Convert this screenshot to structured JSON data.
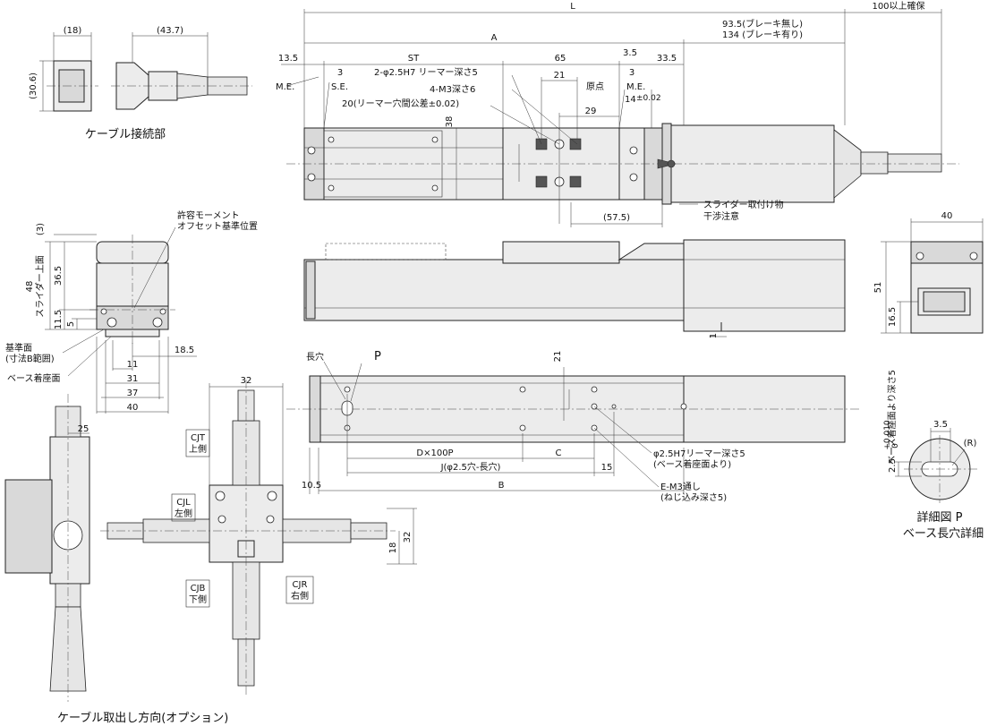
{
  "labels": {
    "cable_connection": "ケーブル接続部",
    "cable_direction_option": "ケーブル取出し方向(オプション)",
    "detail_p_title": "詳細図 P",
    "detail_p_sub": "ベース長穴詳細",
    "slider_interference": "スライダー取付け物",
    "slider_interference2": "干渉注意",
    "allow_moment": "許容モーメント",
    "allow_moment2": "オフセット基準位置",
    "ref_surface": "基準面",
    "ref_surface2": "(寸法B範囲)",
    "base_mount": "ベース着座面",
    "slot": "長穴",
    "p": "P",
    "me_left": "M.E.",
    "se": "S.E.",
    "me_right": "M.E.",
    "origin": "原点",
    "cjt": "CJT",
    "cjt2": "上側",
    "cjl": "CJL",
    "cjl2": "左側",
    "cjb": "CJB",
    "cjb2": "下側",
    "cjr": "CJR",
    "cjr2": "右側"
  },
  "dims": {
    "L": "L",
    "brake_none": "93.5(ブレーキ無し)",
    "brake_with": "134 (ブレーキ有り)",
    "secure": "100以上確保",
    "A": "A",
    "d13_5": "13.5",
    "ST": "ST",
    "d65": "65",
    "d3_5": "3.5",
    "d33_5": "33.5",
    "d3a": "3",
    "d3b": "3",
    "pin": "2-φ2.5H7 リーマー深さ5",
    "d21": "21",
    "m3": "4-M3深さ6",
    "d14": "14",
    "d14tol": "±0.02",
    "pitch20": "20(リーマー穴間公差±0.02)",
    "d29": "29",
    "d38": "38",
    "d57_5": "(57.5)",
    "d18": "(18)",
    "d43_7": "(43.7)",
    "d30_6": "(30.6)",
    "d3c": "(3)",
    "d48": "48",
    "slider_top": "スライダー上面",
    "d36_5": "36.5",
    "d11_5": "11.5",
    "d5": "5",
    "d18_5": "18.5",
    "d11": "11",
    "d31": "31",
    "d37": "37",
    "d40a": "40",
    "d1": "1",
    "d40b": "40",
    "d51": "51",
    "d16_5": "16.5",
    "d21b": "21",
    "dx100p": "D×100P",
    "dc": "C",
    "dj": "J(φ2.5穴-長穴)",
    "d15": "15",
    "d10_5": "10.5",
    "dB": "B",
    "pin_base": "φ2.5H7リーマー深さ5",
    "pin_base2": "(ベース着座面より)",
    "em3": "E-M3通し",
    "em3b": "(ねじ込み深さ5)",
    "d3_5b": "3.5",
    "d2_5": "2.5",
    "d2_5tol": "+0.010",
    "d2_5tol2": "0",
    "base_depth": "ベース着座面より深さ5",
    "dR": "(R)",
    "d25": "25",
    "d32a": "32",
    "d32b": "32",
    "d18b": "18"
  }
}
